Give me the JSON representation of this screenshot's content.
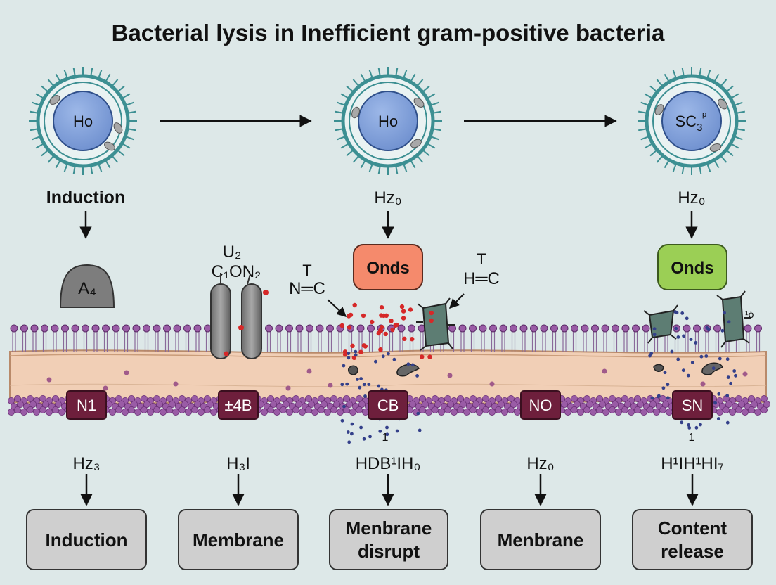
{
  "title": "Bacterial lysis in Inefficient gram-positive bacteria",
  "colors": {
    "background": "#dde8e8",
    "cell_core": "#7f9fd8",
    "cell_ring": "#3c8f92",
    "onds_red": "#f58a6c",
    "onds_green": "#9bcf55",
    "marker": "#6e1f3c",
    "membrane": "#f1cfb6",
    "lipid": "#9a5ca6",
    "box": "#cfcfcf",
    "dot_red": "#d62828",
    "dot_blue": "#34408a"
  },
  "cells": [
    {
      "label": "Ho"
    },
    {
      "label": "Ho"
    },
    {
      "label": "SC",
      "sub": "3",
      "sup": "p"
    }
  ],
  "top_labels": {
    "induction": "Induction",
    "hz_mid": "Hz₀",
    "hz_right": "Hz₀"
  },
  "onds_boxes": [
    {
      "label": "Onds",
      "color": "red"
    },
    {
      "label": "Onds",
      "color": "green"
    }
  ],
  "protein_label": "A₄",
  "channel_label": {
    "line1": "U₂",
    "line2": "C₁ON₂"
  },
  "tc_labels": [
    {
      "top": "T",
      "bottom": "N═C"
    },
    {
      "top": "T",
      "bottom": "H═C"
    }
  ],
  "side_label": "¹ó",
  "membrane_markers": [
    "N1",
    "±4B",
    "CB",
    "NO",
    "SN"
  ],
  "marker_ticks": [
    "1",
    "1"
  ],
  "bottom_labels": [
    "Hz₃",
    "H₃I",
    "HDB¹IH₀",
    "Hz₀",
    "H¹IH¹HI₇"
  ],
  "bottom_boxes": [
    {
      "line1": "Induction",
      "line2": ""
    },
    {
      "line1": "Membrane",
      "line2": ""
    },
    {
      "line1": "Menbrane",
      "line2": "disrupt"
    },
    {
      "line1": "Menbrane",
      "line2": ""
    },
    {
      "line1": "Content",
      "line2": "release"
    }
  ]
}
